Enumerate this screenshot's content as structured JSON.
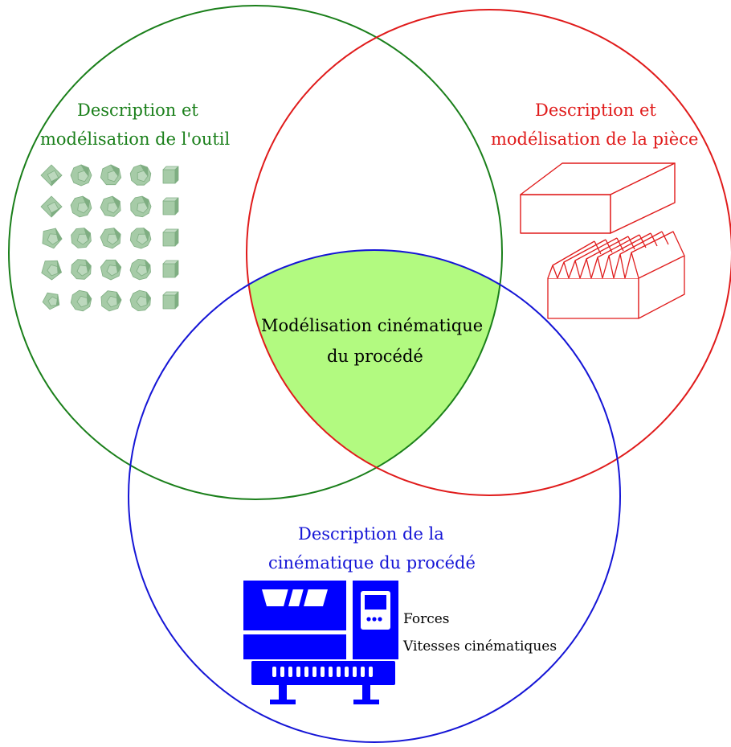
{
  "colors": {
    "tool": "#1a7f1a",
    "part": "#e01b1b",
    "process": "#1515d6",
    "intersection": "#b2fa80",
    "gem": "#a6cba7",
    "gem_dark": "#7fae82",
    "machine": "#0000ff"
  },
  "sets": {
    "tool": {
      "line1": "Description et",
      "line2": "modélisation de l'outil"
    },
    "part": {
      "line1": "Description et",
      "line2": "modélisation de la pièce"
    },
    "process": {
      "line1": "Description de la",
      "line2": "cinématique du procédé"
    }
  },
  "intersection": {
    "line1": "Modélisation cinématique",
    "line2": "du procédé"
  },
  "outputs": [
    "Forces",
    "Vitesses cinématiques"
  ],
  "icons": {
    "tool": "tool-shape-grid-icon",
    "part_block": "rectangular-block-icon",
    "part_machined": "machined-workpiece-icon",
    "machine": "machine-tool-icon"
  }
}
